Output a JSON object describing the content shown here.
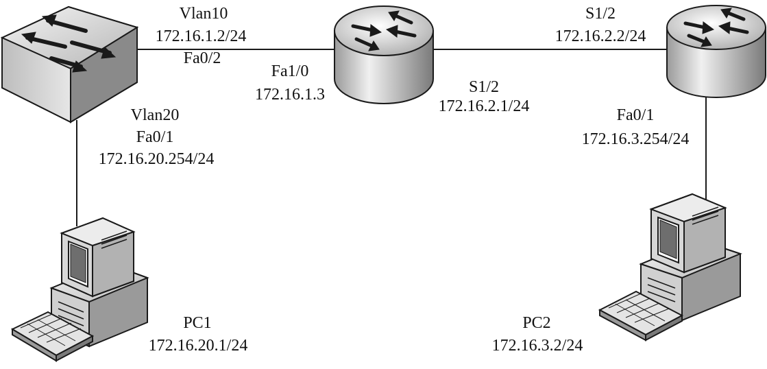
{
  "colors": {
    "line": "#1a1a1a",
    "device_fill": "#d9d9d9",
    "device_dark": "#8c8c8c",
    "device_light": "#f2f2f2"
  },
  "devices": {
    "switch": {
      "icon": "multilayer-switch-icon",
      "vlan10": {
        "name": "Vlan10",
        "ip": "172.16.1.2/24",
        "port": "Fa0/2"
      },
      "vlan20": {
        "name": "Vlan20",
        "port": "Fa0/1",
        "ip": "172.16.20.254/24"
      }
    },
    "router1": {
      "icon": "router-icon",
      "fa10": {
        "port": "Fa1/0",
        "ip": "172.16.1.3"
      },
      "s12": {
        "port": "S1/2",
        "ip": "172.16.2.1/24"
      }
    },
    "router2": {
      "icon": "router-icon",
      "s12": {
        "port": "S1/2",
        "ip": "172.16.2.2/24"
      },
      "fa01": {
        "port": "Fa0/1",
        "ip": "172.16.3.254/24"
      }
    },
    "pc1": {
      "icon": "desktop-pc-icon",
      "name": "PC1",
      "ip": "172.16.20.1/24"
    },
    "pc2": {
      "icon": "desktop-pc-icon",
      "name": "PC2",
      "ip": "172.16.3.2/24"
    }
  }
}
